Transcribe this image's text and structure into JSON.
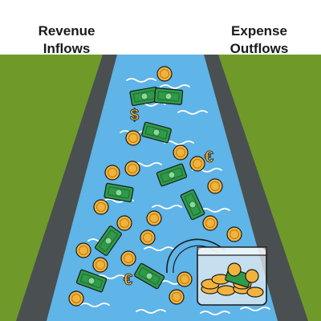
{
  "labels": {
    "left_line1": "Revenue",
    "left_line2": "Inflows",
    "right_line1": "Expense",
    "right_line2": "Outflows"
  },
  "colors": {
    "grass": "#6f9a2a",
    "grass_dark": "#5e8622",
    "bank": "#4a4f52",
    "water": "#5fb4e8",
    "water_light": "#8fd0f4",
    "wave": "#ffffff",
    "bill": "#2f9a4a",
    "bill_dark": "#1c6b30",
    "coin": "#f2b33d",
    "coin_dark": "#b57a12",
    "jar": "#e8eef2"
  },
  "icons": [
    "dollar-bill-icon",
    "coin-icon",
    "dollar-sign-icon",
    "euro-sign-icon",
    "jar-icon"
  ]
}
